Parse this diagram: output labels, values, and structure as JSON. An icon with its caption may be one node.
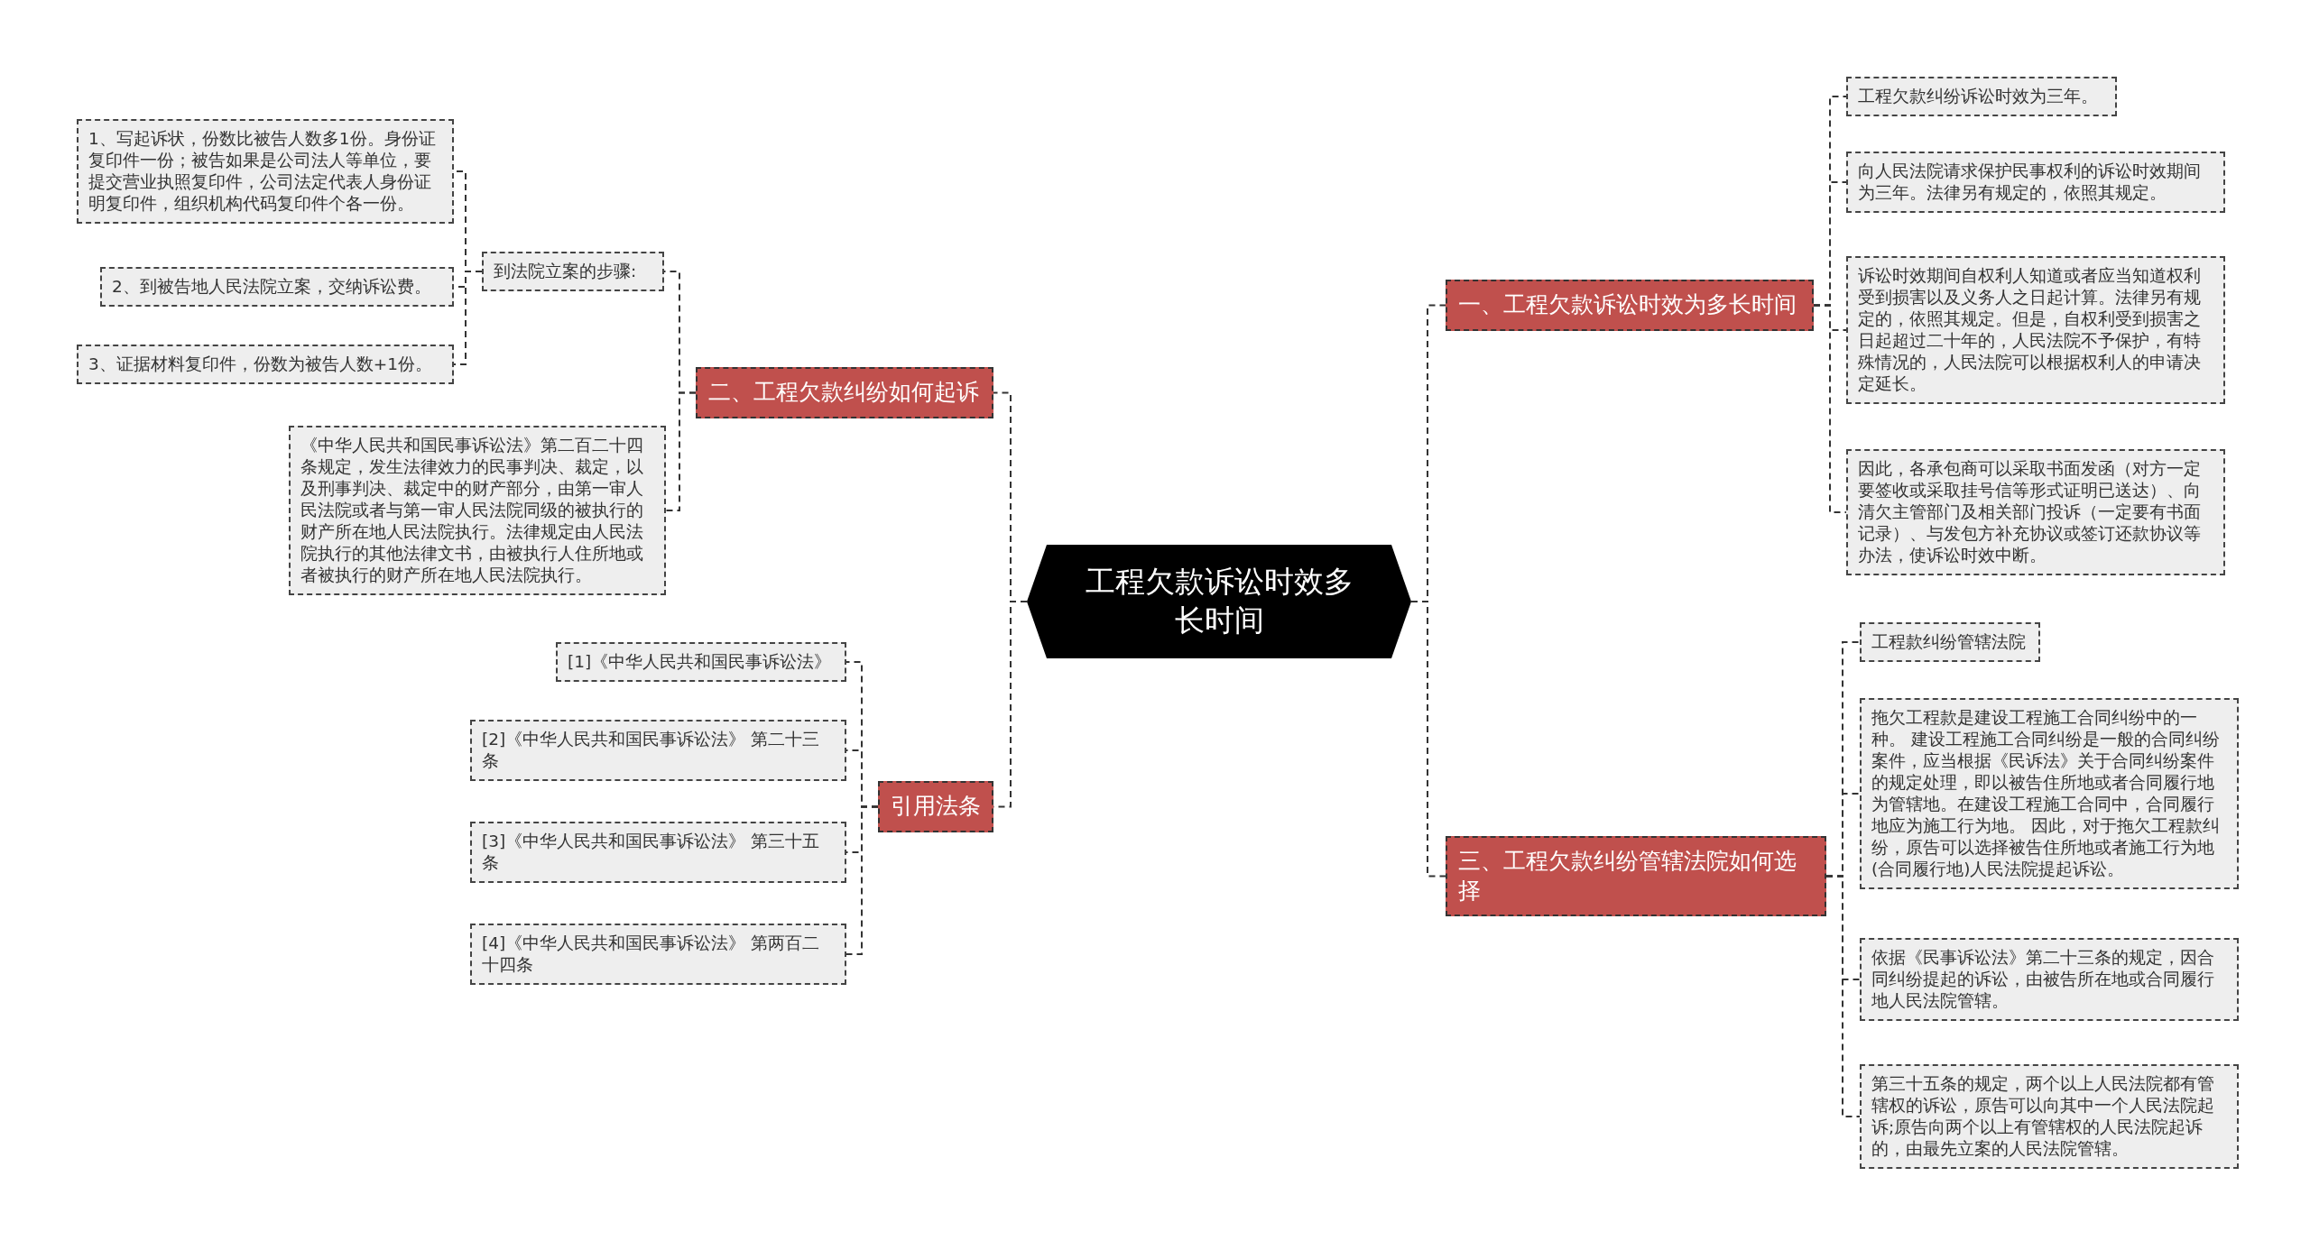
{
  "diagram": {
    "nodes": [
      {
        "text": [
          "工程欠款诉讼时效多长时间"
        ]
      },
      {
        "text": [
          "一、工程欠款诉讼时效为多长时间"
        ]
      },
      {
        "text": [
          "工程欠款纠纷诉讼时效为三年。"
        ]
      },
      {
        "text": [
          "向人民法院请求保护民事权利的诉讼时效期间为三年。法律另有规定的，依照其规定。"
        ]
      },
      {
        "text": [
          "诉讼时效期间自权利人知道或者应当知道权利受到损害以及义务人之日起计算。法律另有规定的，依照其规定。但是，自权利受到损害之日起超过二十年的，人民法院不予保护，有特殊情况的，人民法院可以根据权利人的申请决定延长。"
        ]
      },
      {
        "text": [
          "因此，各承包商可以采取书面发函（对方一定要签收或采取挂号信等形式证明已送达）、向清欠主管部门及相关部门投诉（一定要有书面记录）、与发包方补充协议或签订还款协议等办法，使诉讼时效中断。"
        ]
      },
      {
        "text": [
          "三、工程欠款纠纷管辖法院如何选择"
        ]
      },
      {
        "text": [
          "工程款纠纷管辖法院"
        ]
      },
      {
        "text": [
          "拖欠工程款是建设工程施工合同纠纷中的一种。 建设工程施工合同纠纷是一般的合同纠纷案件，应当根据《民诉法》关于合同纠纷案件的规定处理，即以被告住所地或者合同履行地为管辖地。在建设工程施工合同中，合同履行地应为施工行为地。 因此，对于拖欠工程款纠纷，原告可以选择被告住所地或者施工行为地(合同履行地)人民法院提起诉讼。"
        ]
      },
      {
        "text": [
          "依据《民事诉讼法》第二十三条的规定，因合同纠纷提起的诉讼，由被告所在地或合同履行地人民法院管辖。"
        ]
      },
      {
        "text": [
          "第三十五条的规定，两个以上人民法院都有管辖权的诉讼，原告可以向其中一个人民法院起诉;原告向两个以上有管辖权的人民法院起诉的，由最先立案的人民法院管辖。"
        ]
      },
      {
        "text": [
          "二、工程欠款纠纷如何起诉"
        ]
      },
      {
        "text": [
          "到法院立案的步骤:"
        ]
      },
      {
        "text": [
          "1、写起诉状，份数比被告人数多1份。身份证复印件一份；被告如果是公司法人等单位，要提交营业执照复印件，公司法定代表人身份证明复印件，组织机构代码复印件个各一份。"
        ]
      },
      {
        "text": [
          "2、到被告地人民法院立案，交纳诉讼费。"
        ]
      },
      {
        "text": [
          "3、证据材料复印件，份数为被告人数+1份。"
        ]
      },
      {
        "text": [
          "《中华人民共和国民事诉讼法》第二百二十四条规定，发生法律效力的民事判决、裁定，以及刑事判决、裁定中的财产部分，由第一审人民法院或者与第一审人民法院同级的被执行的财产所在地人民法院执行。法律规定由人民法院执行的其他法律文书，由被执行人住所地或者被执行的财产所在地人民法院执行。"
        ]
      },
      {
        "text": [
          "引用法条"
        ]
      },
      {
        "text": [
          "[1]《中华人民共和国民事诉讼法》"
        ]
      },
      {
        "text": [
          "[2]《中华人民共和国民事诉讼法》 第二十三条"
        ]
      },
      {
        "text": [
          "[3]《中华人民共和国民事诉讼法》 第三十五条"
        ]
      },
      {
        "text": [
          "[4]《中华人民共和国民事诉讼法》 第两百二十四条"
        ]
      }
    ],
    "edges": [
      {
        "from": 0,
        "to": 1,
        "arrow": "none"
      },
      {
        "from": 1,
        "to": 2,
        "arrow": "none"
      },
      {
        "from": 1,
        "to": 3,
        "arrow": "none"
      },
      {
        "from": 1,
        "to": 4,
        "arrow": "none"
      },
      {
        "from": 1,
        "to": 5,
        "arrow": "none"
      },
      {
        "from": 0,
        "to": 6,
        "arrow": "none"
      },
      {
        "from": 6,
        "to": 7,
        "arrow": "none"
      },
      {
        "from": 6,
        "to": 8,
        "arrow": "none"
      },
      {
        "from": 6,
        "to": 9,
        "arrow": "none"
      },
      {
        "from": 6,
        "to": 10,
        "arrow": "none"
      },
      {
        "from": 0,
        "to": 11,
        "arrow": "none"
      },
      {
        "from": 11,
        "to": 12,
        "arrow": "none"
      },
      {
        "from": 12,
        "to": 13,
        "arrow": "none"
      },
      {
        "from": 12,
        "to": 14,
        "arrow": "none"
      },
      {
        "from": 12,
        "to": 15,
        "arrow": "none"
      },
      {
        "from": 11,
        "to": 16,
        "arrow": "none"
      },
      {
        "from": 0,
        "to": 17,
        "arrow": "none"
      },
      {
        "from": 17,
        "to": 18,
        "arrow": "none"
      },
      {
        "from": 17,
        "to": 19,
        "arrow": "none"
      },
      {
        "from": 17,
        "to": 20,
        "arrow": "none"
      },
      {
        "from": 17,
        "to": 21,
        "arrow": "none"
      }
    ]
  }
}
